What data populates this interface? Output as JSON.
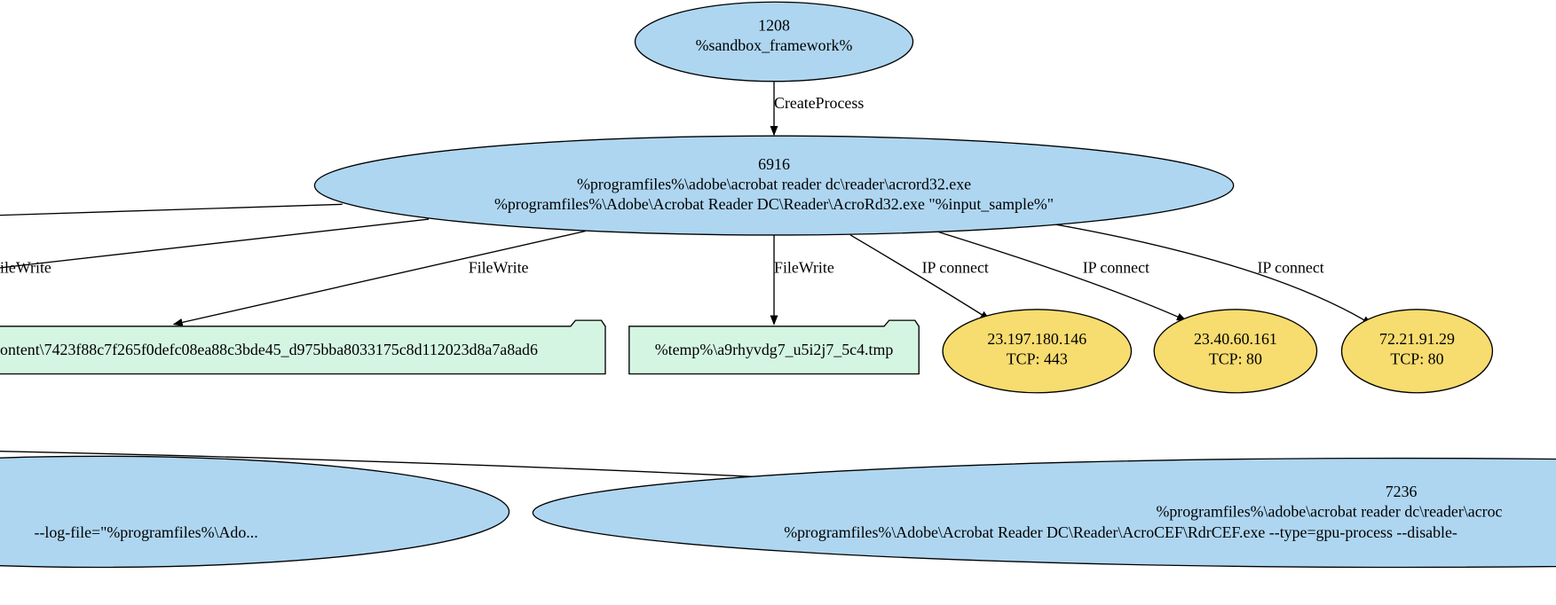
{
  "colors": {
    "process": "#aed6f1",
    "file": "#d5f5e3",
    "network": "#f7dc6f"
  },
  "nodes": {
    "p1208": {
      "pid": "1208",
      "name": "%sandbox_framework%"
    },
    "p6916": {
      "pid": "6916",
      "path": "%programfiles%\\adobe\\acrobat reader dc\\reader\\acrord32.exe",
      "cmd": "%programfiles%\\Adobe\\Acrobat Reader DC\\Reader\\AcroRd32.exe \"%input_sample%\""
    },
    "file1": {
      "label": "ontent\\7423f88c7f265f0defc08ea88c3bde45_d975bba8033175c8d112023d8a7a8ad6"
    },
    "file2": {
      "label": "%temp%\\a9rhyvdg7_u5i2j7_5c4.tmp"
    },
    "ip1": {
      "ip": "23.197.180.146",
      "port": "TCP: 443"
    },
    "ip2": {
      "ip": "23.40.60.161",
      "port": "TCP: 80"
    },
    "ip3": {
      "ip": "72.21.91.29",
      "port": "TCP: 80"
    },
    "pleft": {
      "cmd": "--log-file=\"%programfiles%\\Ado..."
    },
    "p7236": {
      "pid": "7236",
      "path": "%programfiles%\\adobe\\acrobat reader dc\\reader\\acroc",
      "cmd": "%programfiles%\\Adobe\\Acrobat Reader DC\\Reader\\AcroCEF\\RdrCEF.exe --type=gpu-process --disable-"
    }
  },
  "edges": {
    "create": "CreateProcess",
    "fw_left": "ileWrite",
    "fw1": "FileWrite",
    "fw2": "FileWrite",
    "ipc1": "IP connect",
    "ipc2": "IP connect",
    "ipc3": "IP connect"
  }
}
